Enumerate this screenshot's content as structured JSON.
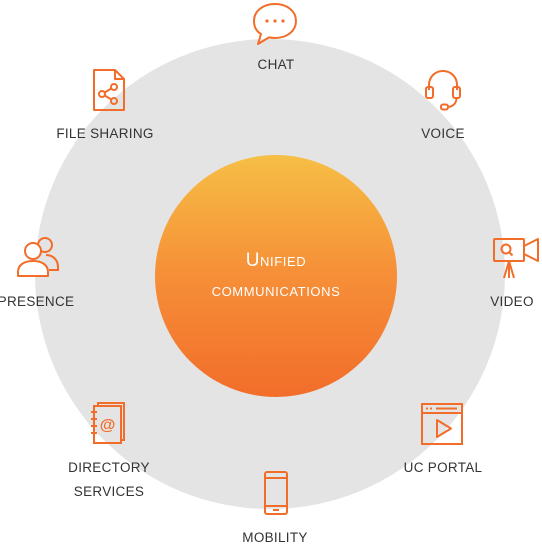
{
  "center": {
    "line1": "Unified",
    "line2": "communications"
  },
  "accent_color": "#f26d2a",
  "ring_color": "#e4e4e4",
  "services": {
    "chat": {
      "label": "CHAT",
      "icon": "chat-bubble-icon"
    },
    "voice": {
      "label": "VOICE",
      "icon": "headset-icon"
    },
    "video": {
      "label": "VIDEO",
      "icon": "video-camera-icon"
    },
    "uc_portal": {
      "label": "UC PORTAL",
      "icon": "browser-play-icon"
    },
    "mobility": {
      "label": "MOBILITY",
      "icon": "smartphone-icon"
    },
    "directory_services": {
      "label_line1": "DIRECTORY",
      "label_line2": "SERVICES",
      "icon": "address-book-icon"
    },
    "presence": {
      "label": "PRESENCE",
      "icon": "users-icon"
    },
    "file_sharing": {
      "label": "FILE SHARING",
      "icon": "file-share-icon"
    }
  }
}
